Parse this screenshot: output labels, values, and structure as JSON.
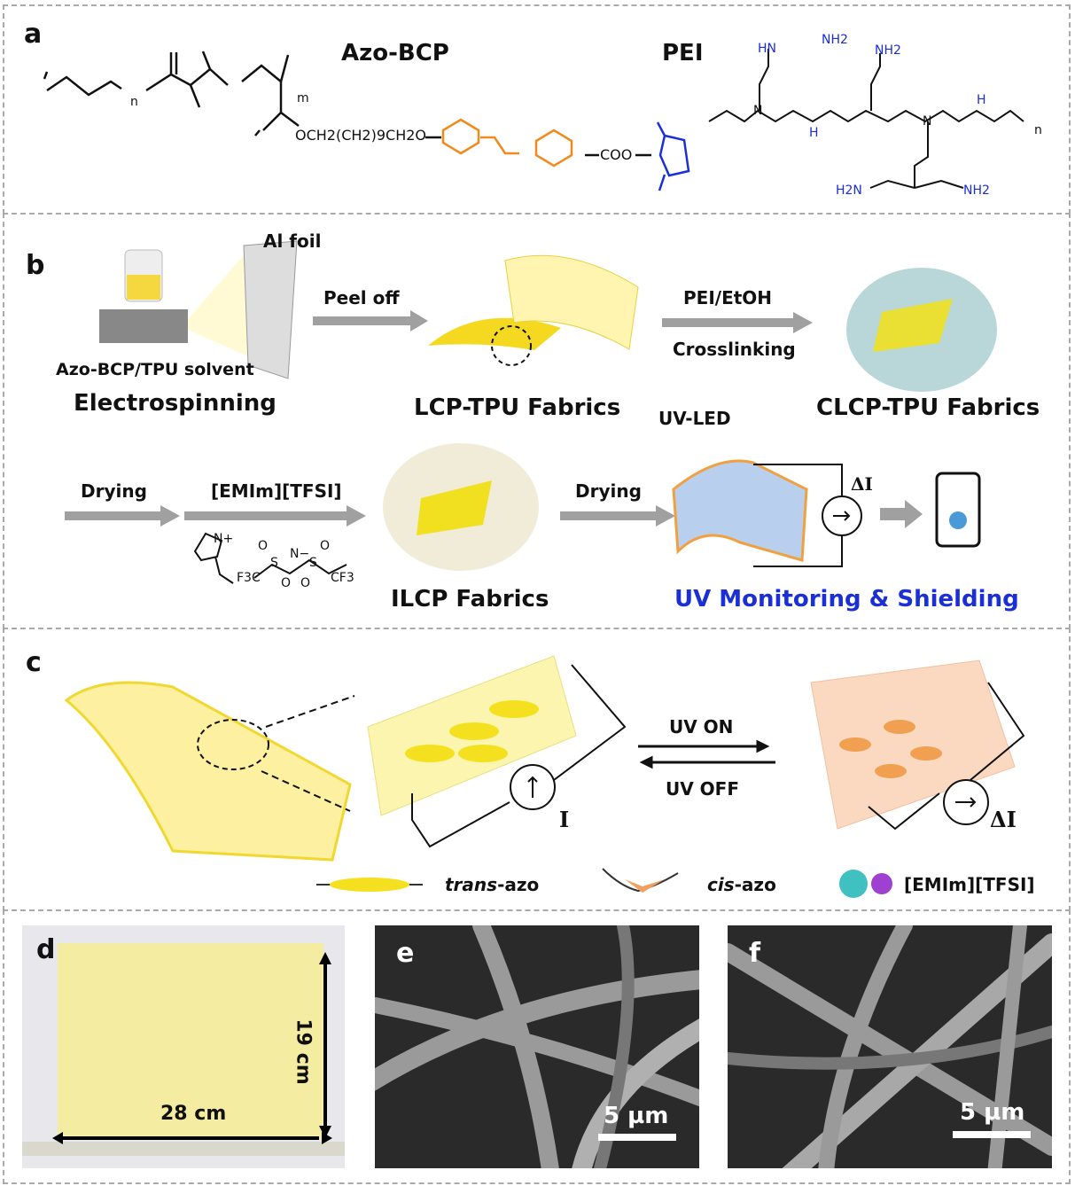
{
  "panel_a": {
    "label": "a",
    "azo_bcp_title": "Azo-BCP",
    "pei_title": "PEI",
    "azo_chain": "OCH2(CH2)9CH2O",
    "coo": "COO",
    "n_sub": "n",
    "m_sub": "m",
    "pei_groups": [
      "HN",
      "NH2",
      "NH2",
      "H",
      "N",
      "H",
      "N",
      "H2N",
      "NH2",
      "n"
    ]
  },
  "panel_b": {
    "label": "b",
    "al_foil": "Al foil",
    "solvent": "Azo-BCP/TPU solvent",
    "electrospinning": "Electrospinning",
    "peel_off": "Peel off",
    "lcp_tpu": "LCP-TPU Fabrics",
    "pei_etoh": "PEI/EtOH",
    "crosslinking": "Crosslinking",
    "clcp_tpu": "CLCP-TPU Fabrics",
    "drying1": "Drying",
    "emim": "[EMIm][TFSI]",
    "ilcp": "ILCP Fabrics",
    "drying2": "Drying",
    "uv_led": "UV-LED",
    "delta_i": "ΔI",
    "uv_monitoring": "UV Monitoring & Shielding",
    "ion_labels": [
      "N+",
      "F3C",
      "S",
      "N−",
      "S",
      "CF3",
      "O",
      "O",
      "O",
      "O"
    ]
  },
  "panel_c": {
    "label": "c",
    "uv_on": "UV ON",
    "uv_off": "UV OFF",
    "current": "I",
    "delta_i": "ΔI",
    "legend": [
      {
        "italic": "trans",
        "rest": "-azo"
      },
      {
        "italic": "cis",
        "rest": "-azo"
      },
      {
        "italic": "",
        "rest": "[EMIm][TFSI]"
      }
    ]
  },
  "panel_d": {
    "label": "d",
    "width": "28 cm",
    "height": "19 cm"
  },
  "panel_e": {
    "label": "e",
    "scale": "5 µm"
  },
  "panel_f": {
    "label": "f",
    "scale": "5 µm"
  },
  "colors": {
    "azo": "#f08a1c",
    "blue": "#1a2fd6",
    "fabric": "#f5e04a",
    "cis": "#f0a060"
  }
}
